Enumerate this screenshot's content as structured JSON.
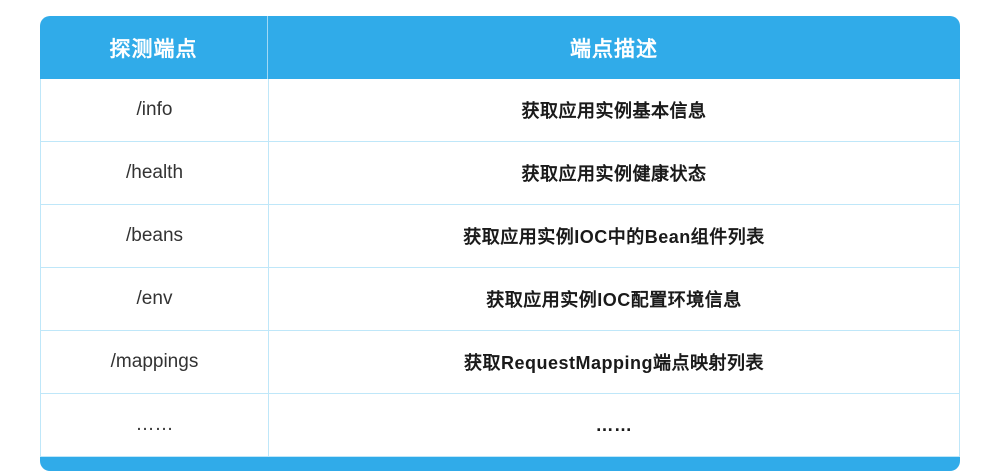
{
  "colors": {
    "header_bg": "#30ABE9",
    "footer_bg": "#30ABE9",
    "border": "#BFE7F9",
    "header_text": "#FFFFFF",
    "body_text": "#333333"
  },
  "table": {
    "headers": [
      "探测端点",
      "端点描述"
    ],
    "rows": [
      {
        "endpoint": "/info",
        "description": "获取应用实例基本信息"
      },
      {
        "endpoint": "/health",
        "description": "获取应用实例健康状态"
      },
      {
        "endpoint": "/beans",
        "description": "获取应用实例IOC中的Bean组件列表"
      },
      {
        "endpoint": "/env",
        "description": "获取应用实例IOC配置环境信息"
      },
      {
        "endpoint": "/mappings",
        "description": "获取RequestMapping端点映射列表"
      },
      {
        "endpoint": "……",
        "description": "……"
      }
    ]
  }
}
